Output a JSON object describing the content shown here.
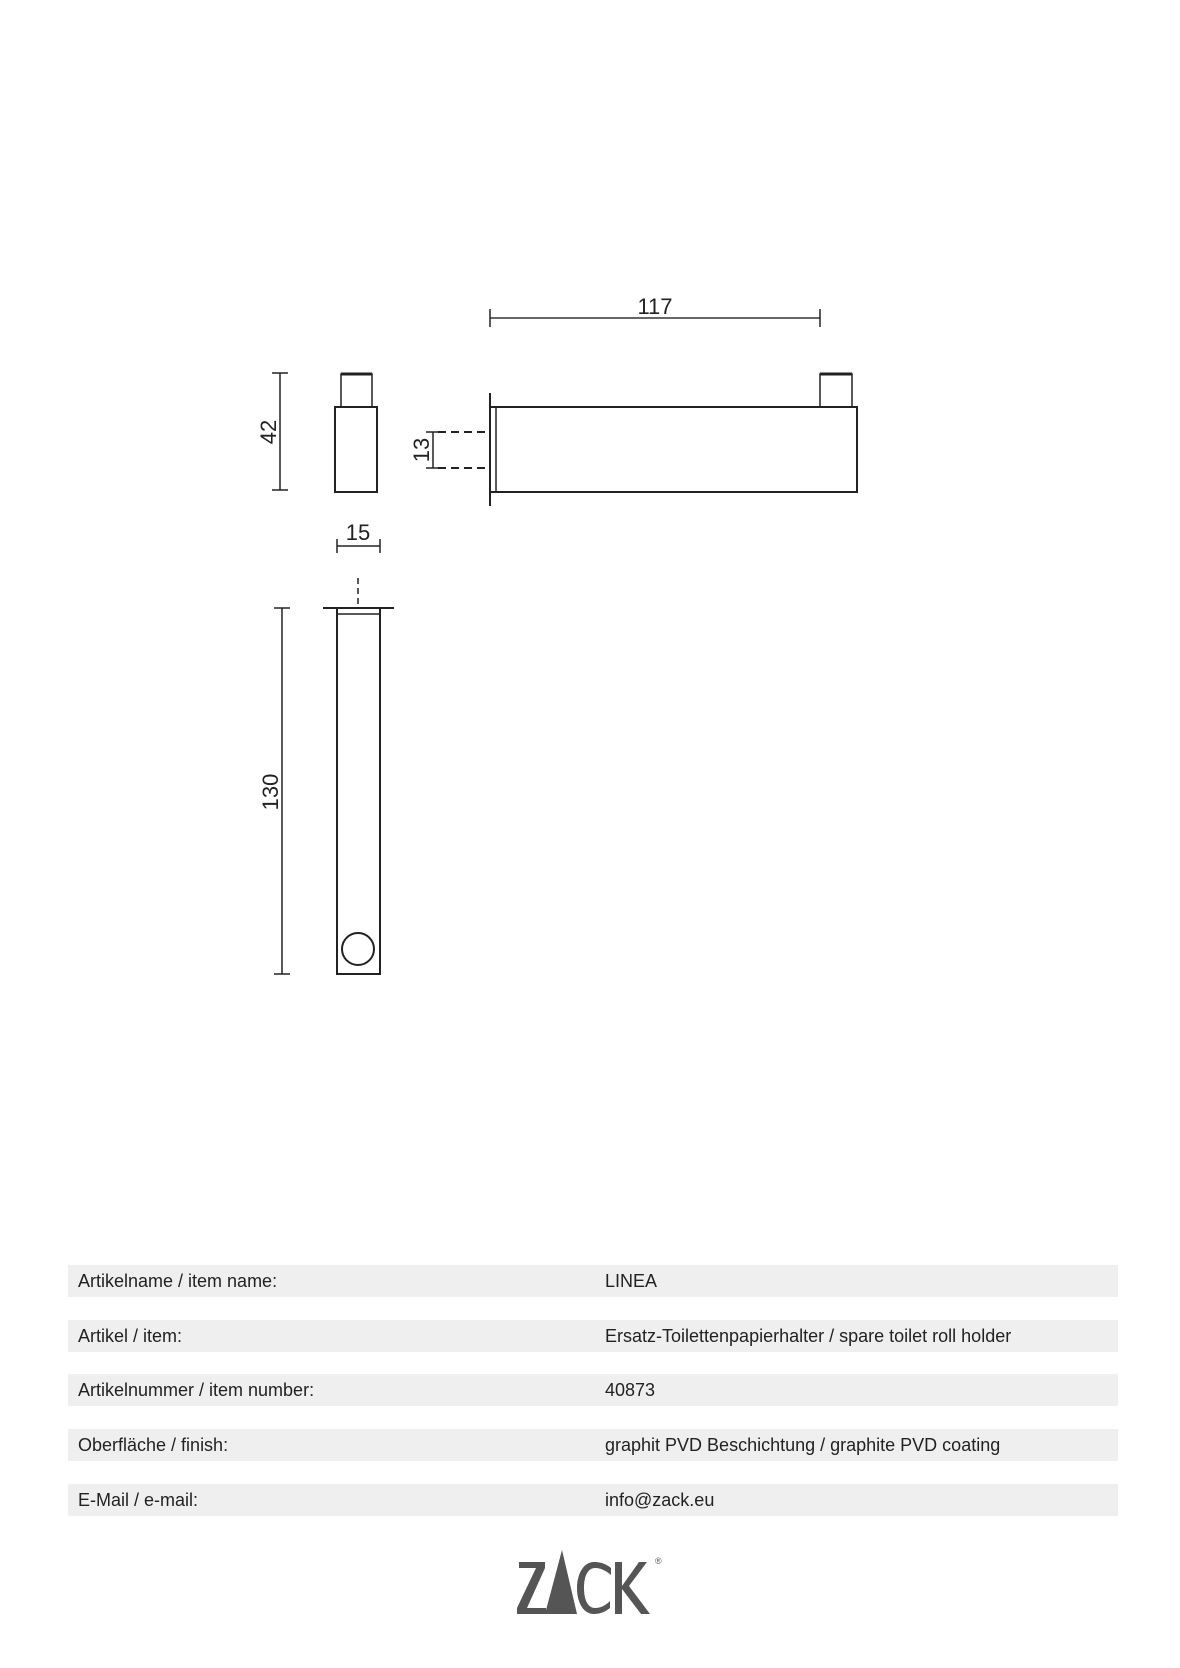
{
  "drawing": {
    "dimensions": {
      "length": "117",
      "height": "42",
      "gap": "13",
      "width": "15",
      "depth": "130"
    }
  },
  "spec_table": {
    "rows": [
      {
        "label": "Artikelname / item name:",
        "value": "LINEA"
      },
      {
        "label": "Artikel / item:",
        "value": "Ersatz-Toilettenpapierhalter / spare toilet roll holder"
      },
      {
        "label": "Artikelnummer / item number:",
        "value": "40873"
      },
      {
        "label": "Oberfläche / finish:",
        "value": "graphit PVD Beschichtung / graphite PVD coating"
      },
      {
        "label": "E-Mail / e-mail:",
        "value": "info@zack.eu"
      }
    ]
  },
  "logo": {
    "text": "ZACK",
    "mark": "®",
    "color": "#555555"
  }
}
